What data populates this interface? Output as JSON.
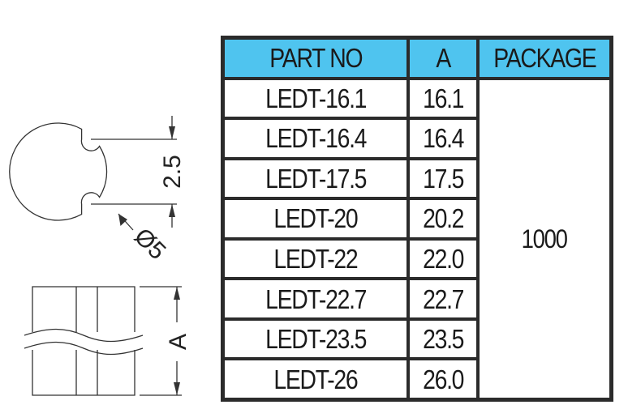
{
  "table": {
    "headers": [
      "PART NO",
      "A",
      "PACKAGE"
    ],
    "rows": [
      {
        "part_no": "LEDT-16.1",
        "a": "16.1"
      },
      {
        "part_no": "LEDT-16.4",
        "a": "16.4"
      },
      {
        "part_no": "LEDT-17.5",
        "a": "17.5"
      },
      {
        "part_no": "LEDT-20",
        "a": "20.2"
      },
      {
        "part_no": "LEDT-22",
        "a": "22.0"
      },
      {
        "part_no": "LEDT-22.7",
        "a": "22.7"
      },
      {
        "part_no": "LEDT-23.5",
        "a": "23.5"
      },
      {
        "part_no": "LEDT-26",
        "a": "26.0"
      }
    ],
    "package": "1000"
  },
  "drawing": {
    "slot_dim": "2.5",
    "diameter_dim": "Ø5",
    "length_dim": "A"
  },
  "colors": {
    "header": "#4fc4ef",
    "border": "#2b2b2b",
    "line": "#333333"
  }
}
